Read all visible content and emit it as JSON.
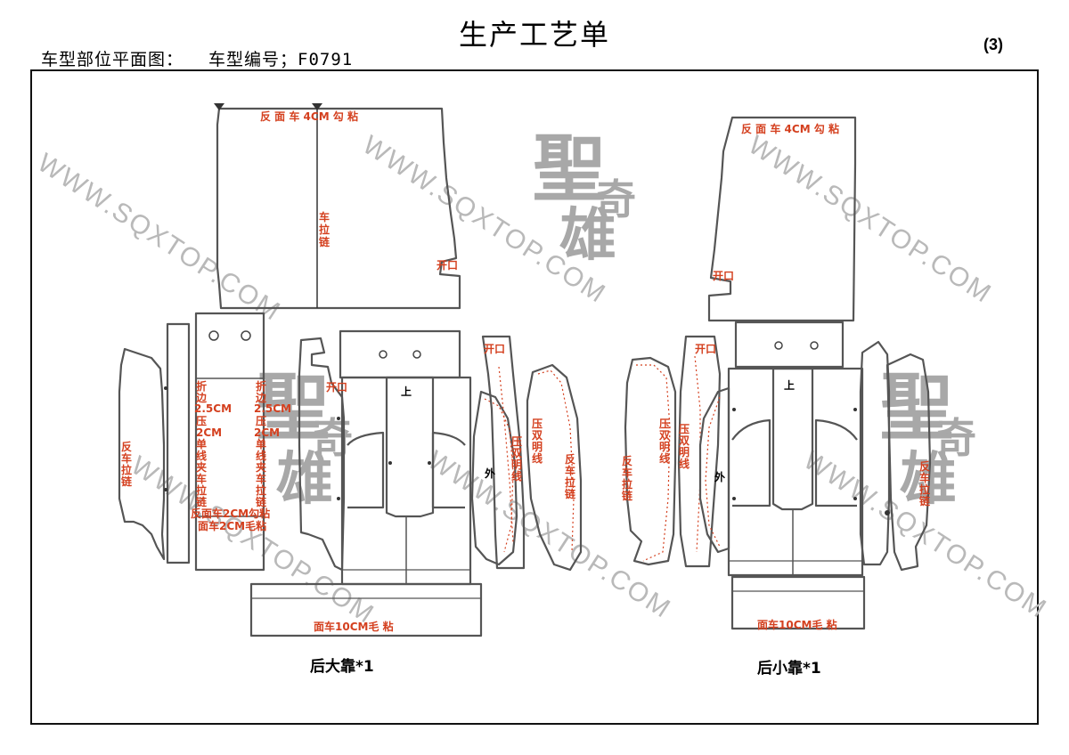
{
  "header": {
    "title": "生产工艺单",
    "part_plan_label": "车型部位平面图：",
    "model_code": "车型编号；F0791",
    "page_number": "(3)"
  },
  "watermark": {
    "url_text": "WWW.SQXTOP.COM",
    "logo_chars": [
      "聖",
      "奇",
      "雄"
    ]
  },
  "left_set": {
    "caption": "后大靠*1",
    "top_panel_label": "反 面 车 4CM  勾  粘",
    "zipper_center": [
      "车",
      "拉",
      "链"
    ],
    "opening_1": "开口",
    "opening_2": "开口",
    "opening_3": "开口",
    "reverse_zipper_left": [
      "反",
      "车",
      "拉",
      "链"
    ],
    "reverse_zipper_right": [
      "反",
      "车",
      "拉",
      "链"
    ],
    "fold_col_a": [
      "折",
      "边",
      "2.5CM",
      "压",
      "2CM",
      "单",
      "线",
      "夹",
      "车",
      "拉",
      "链"
    ],
    "fold_col_b": [
      "折",
      "边",
      "2.5CM",
      "压",
      "2CM",
      "单",
      "线",
      "夹",
      "车",
      "拉",
      "链"
    ],
    "strip_label_1": "反面车2CM勾粘",
    "strip_label_2": "面车2CM毛粘",
    "top_mark": "上",
    "outer_mark": "外",
    "double_line_1": [
      "压",
      "双",
      "明",
      "线"
    ],
    "double_line_2": [
      "压",
      "双",
      "明",
      "线"
    ],
    "bottom_label": "面车10CM毛 粘"
  },
  "right_set": {
    "caption": "后小靠*1",
    "top_panel_label": "反 面 车 4CM  勾  粘",
    "opening_1": "开口",
    "opening_2": "开口",
    "reverse_zipper_left": [
      "反",
      "车",
      "拉",
      "链"
    ],
    "reverse_zipper_right": [
      "反",
      "车",
      "拉",
      "链"
    ],
    "double_line_1": [
      "压",
      "双",
      "明",
      "线"
    ],
    "double_line_2": [
      "压",
      "双",
      "明",
      "线"
    ],
    "top_mark": "上",
    "outer_mark": "外",
    "bottom_label": "面车10CM毛 粘"
  }
}
